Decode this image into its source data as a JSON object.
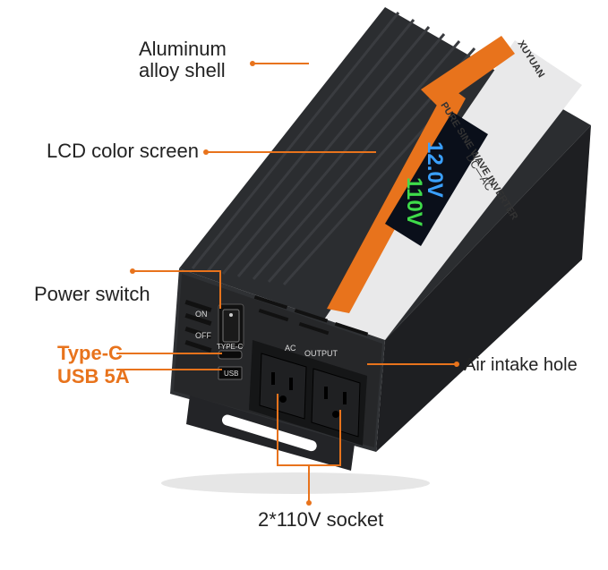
{
  "callouts": {
    "shell_line1": "Aluminum",
    "shell_line2": "alloy shell",
    "lcd": "LCD color screen",
    "power": "Power switch",
    "typec": "Type-C",
    "usb": "USB 5A",
    "air": "Air intake hole",
    "socket": "2*110V socket"
  },
  "device": {
    "brand": "XUYUAN",
    "product_title": "PURE SINE WAVE INVERTER",
    "mode": "DC—AC",
    "lcd_top": "12.0V",
    "lcd_bottom": "110V",
    "switch_on": "ON",
    "switch_off": "OFF",
    "typec_port": "TYPE-C",
    "usb_port": "USB",
    "ac_label": "AC",
    "output_label": "OUTPUT"
  },
  "colors": {
    "accent": "#e8731c",
    "body": "#2b2d30",
    "body_dark": "#1c1d1f",
    "panel": "#e9e9ea",
    "lcd_bg": "#0a0f1a",
    "lcd_blue": "#3aa0ff",
    "lcd_green": "#3fdc4a"
  }
}
